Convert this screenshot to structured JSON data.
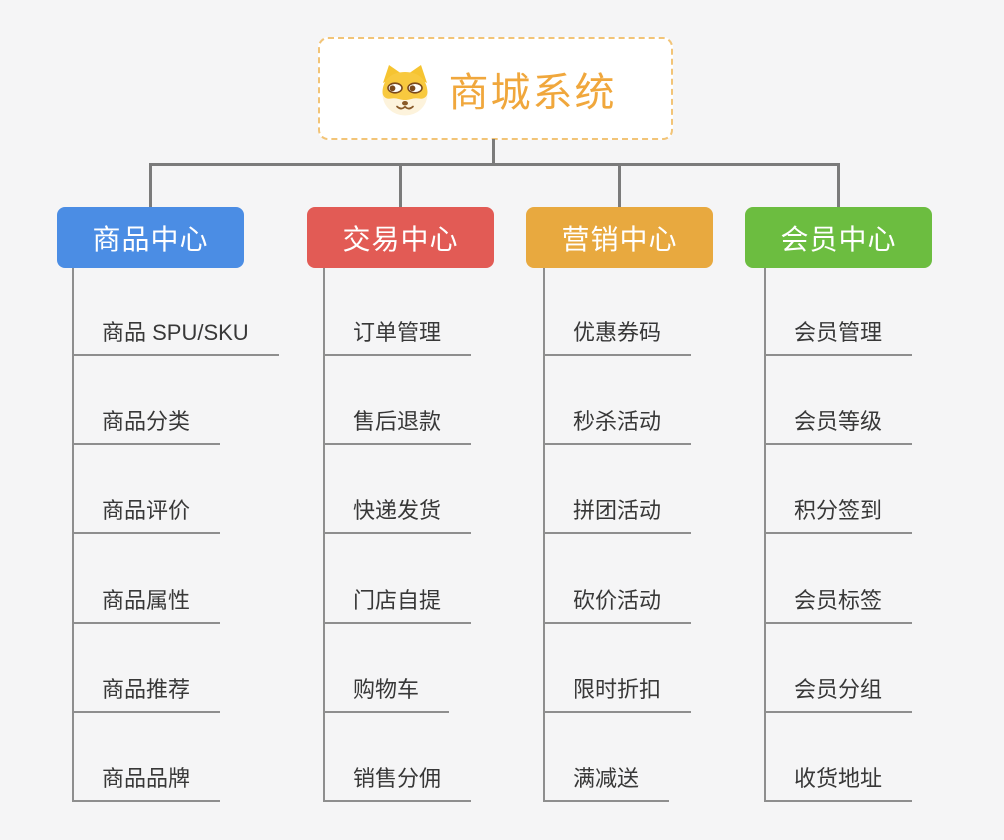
{
  "root": {
    "title": "商城系统",
    "icon": "shiba-dog-icon"
  },
  "branches": [
    {
      "label": "商品中心",
      "color": "#4b8de4",
      "items": [
        "商品 SPU/SKU",
        "商品分类",
        "商品评价",
        "商品属性",
        "商品推荐",
        "商品品牌"
      ]
    },
    {
      "label": "交易中心",
      "color": "#e25b55",
      "items": [
        "订单管理",
        "售后退款",
        "快递发货",
        "门店自提",
        "购物车",
        "销售分佣"
      ]
    },
    {
      "label": "营销中心",
      "color": "#e8a93f",
      "items": [
        "优惠券码",
        "秒杀活动",
        "拼团活动",
        "砍价活动",
        "限时折扣",
        "满减送"
      ]
    },
    {
      "label": "会员中心",
      "color": "#6cbd40",
      "items": [
        "会员管理",
        "会员等级",
        "积分签到",
        "会员标签",
        "会员分组",
        "收货地址"
      ]
    }
  ],
  "colors": {
    "background": "#f5f5f6",
    "connector": "#7b7b7b",
    "leaf_line": "#8e8e8e",
    "leaf_text": "#383838",
    "root_text": "#f0a73c",
    "root_border": "#f2c477"
  }
}
